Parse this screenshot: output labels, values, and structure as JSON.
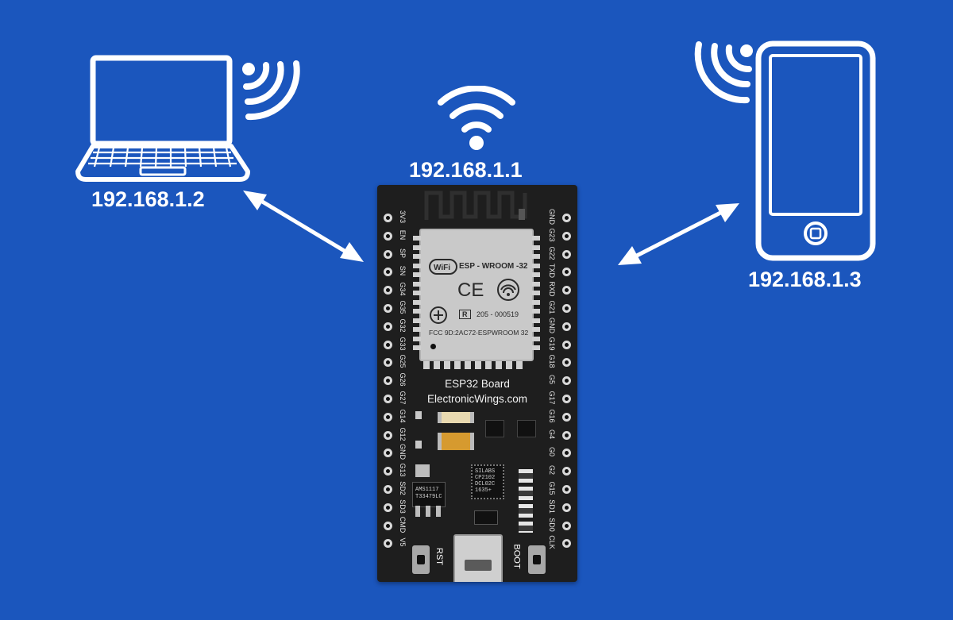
{
  "labels": {
    "laptop_ip": "192.168.1.2",
    "board_ip": "192.168.1.1",
    "phone_ip": "192.168.1.3"
  },
  "board": {
    "title": "ESP32 Board",
    "subtitle": "ElectronicWings.com",
    "module_name": "ESP - WROOM -32",
    "module_wifi_logo": "Wi Fi",
    "module_ce": "CE",
    "module_r": "R",
    "module_cert": "205 - 000519",
    "module_fcc": "FCC 9D:2AC72-ESPWROOM 32",
    "usb_chip": [
      "SILABS",
      "CP2102",
      "DCL02C",
      "1635+"
    ],
    "regulator": [
      "AMS1117",
      "T33479LC"
    ],
    "rst_label": "RST",
    "boot_label": "BOOT",
    "left_pins": [
      "3V3",
      "EN",
      "SP",
      "SN",
      "G34",
      "G35",
      "G32",
      "G33",
      "G25",
      "G26",
      "G27",
      "G14",
      "G12",
      "GND",
      "G13",
      "SD2",
      "SD3",
      "CMD",
      "V5"
    ],
    "right_pins": [
      "GND",
      "G23",
      "G22",
      "TXD",
      "RXD",
      "G21",
      "GND",
      "G19",
      "G18",
      "G5",
      "G17",
      "G16",
      "G4",
      "G0",
      "G2",
      "G15",
      "SD1",
      "SD0",
      "CLK"
    ]
  },
  "icons": [
    "laptop-icon",
    "smartphone-icon",
    "wifi-icon",
    "arrow-icon"
  ],
  "colors": {
    "background": "#1b56bd",
    "foreground": "#ffffff",
    "board": "#1e1e1e",
    "module": "#c9c9c9"
  }
}
